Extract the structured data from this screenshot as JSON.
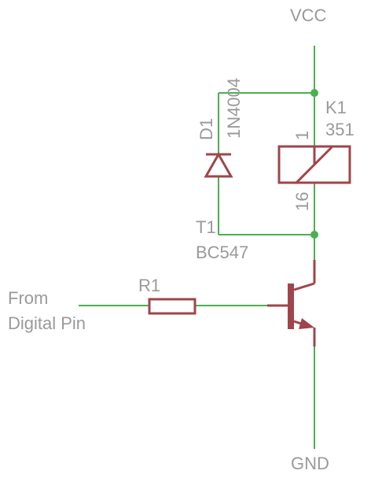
{
  "labels": {
    "vcc": "VCC",
    "gnd": "GND",
    "from_line1": "From",
    "from_line2": "Digital Pin",
    "relay_ref": "K1",
    "relay_value": "351",
    "relay_pin_top": "1",
    "relay_pin_bottom": "16",
    "diode_ref": "D1",
    "diode_value": "1N4004",
    "transistor_ref": "T1",
    "transistor_value": "BC547",
    "resistor_ref": "R1"
  },
  "colors": {
    "wire": "#4caf50",
    "component": "#a0454b",
    "text": "#9a9a9a",
    "background": "#ffffff"
  }
}
